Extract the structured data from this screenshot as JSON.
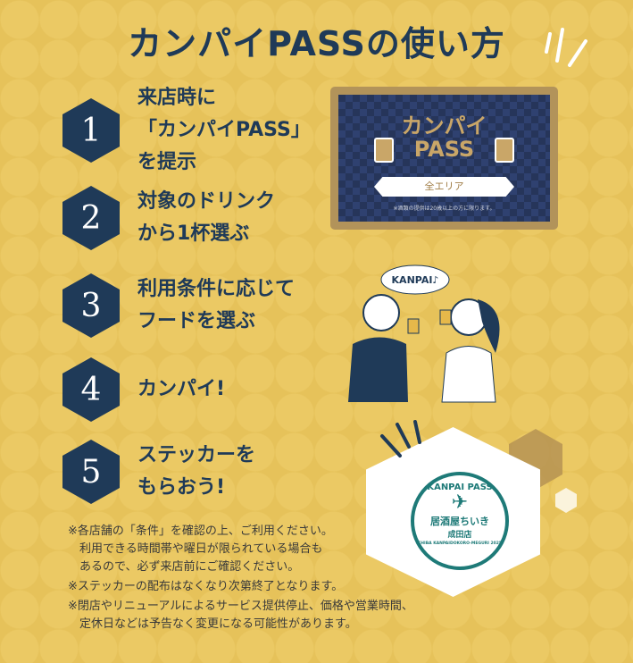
{
  "title": "カンパイPASSの使い方",
  "steps": [
    {
      "number": "1",
      "text": "来店時に\n「カンパイPASS」\nを提示"
    },
    {
      "number": "2",
      "text": "対象のドリンク\nから1杯選ぶ"
    },
    {
      "number": "3",
      "text": "利用条件に応じて\nフードを選ぶ"
    },
    {
      "number": "4",
      "text": "カンパイ!"
    },
    {
      "number": "5",
      "text": "ステッカーを\nもらおう!"
    }
  ],
  "pass_card": {
    "title_line1": "カンパイ",
    "title_line2": "PASS",
    "area": "全エリア",
    "note": "※酒類の提供は20歳以上の方に限ります。"
  },
  "illustration": {
    "speech": "KANPAI♪"
  },
  "sticker": {
    "top": "KANPAI PASS",
    "store": "居酒屋ちいき",
    "branch": "成田店",
    "ring": "CHIBA KANPAIDOKORO-MEGURI 2025"
  },
  "notes": [
    "※各店舗の「条件」を確認の上、ご利用ください。\n利用できる時間帯や曜日が限られている場合も\nあるので、必ず来店前にご確認ください。",
    "※ステッカーの配布はなくなり次第終了となります。",
    "※閉店やリニューアルによるサービス提供停止、価格や営業時間、\n定休日などは予告なく変更になる可能性があります。"
  ],
  "colors": {
    "background": "#e6c25a",
    "navy": "#1f3a58",
    "gold": "#c9a668",
    "teal": "#1e7a78"
  }
}
